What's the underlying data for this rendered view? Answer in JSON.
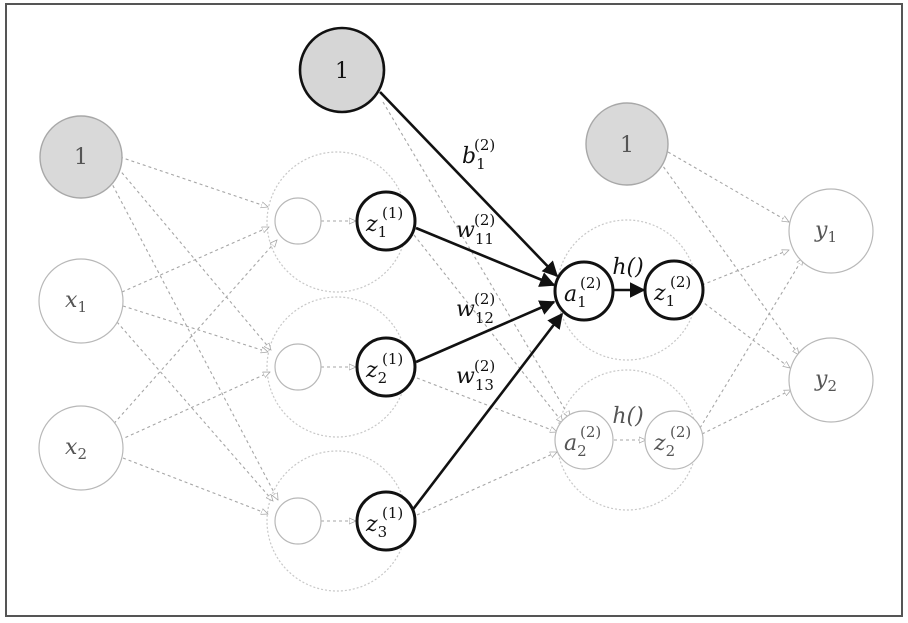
{
  "nodes": {
    "bias_input": {
      "text": "1"
    },
    "x1": {
      "main": "x",
      "sub": "1"
    },
    "x2": {
      "main": "x",
      "sub": "2"
    },
    "bias_layer1": {
      "text": "1"
    },
    "z1_1": {
      "main": "z",
      "sub": "1",
      "sup": "(1)"
    },
    "z2_1": {
      "main": "z",
      "sub": "2",
      "sup": "(1)"
    },
    "z3_1": {
      "main": "z",
      "sub": "3",
      "sup": "(1)"
    },
    "bias_layer2": {
      "text": "1"
    },
    "a1_2": {
      "main": "a",
      "sub": "1",
      "sup": "(2)"
    },
    "z1_2": {
      "main": "z",
      "sub": "1",
      "sup": "(2)"
    },
    "a2_2": {
      "main": "a",
      "sub": "2",
      "sup": "(2)"
    },
    "z2_2": {
      "main": "z",
      "sub": "2",
      "sup": "(2)"
    },
    "y1": {
      "main": "y",
      "sub": "1"
    },
    "y2": {
      "main": "y",
      "sub": "2"
    }
  },
  "edge_labels": {
    "b1_2": {
      "main": "b",
      "sub": "1",
      "sup": "(2)"
    },
    "w11_2": {
      "main": "w",
      "sub": "11",
      "sup": "(2)"
    },
    "w12_2": {
      "main": "w",
      "sub": "12",
      "sup": "(2)"
    },
    "w13_2": {
      "main": "w",
      "sub": "13",
      "sup": "(2)"
    },
    "h_top": {
      "text": "h()"
    },
    "h_bottom": {
      "text": "h()"
    }
  }
}
